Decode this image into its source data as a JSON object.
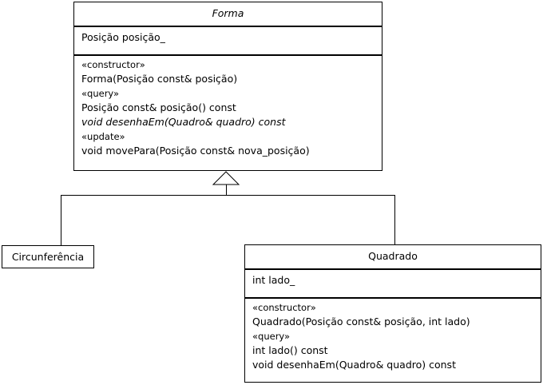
{
  "classes": {
    "forma": {
      "name": "Forma",
      "attributes": [
        "Posição posição_"
      ],
      "operations": [
        {
          "text": "«constructor»",
          "kind": "stereotype"
        },
        {
          "text": "Forma(Posição const& posição)",
          "kind": "op"
        },
        {
          "text": "«query»",
          "kind": "stereotype"
        },
        {
          "text": "Posição const& posição() const",
          "kind": "op"
        },
        {
          "text": "void desenhaEm(Quadro& quadro) const",
          "kind": "abstract"
        },
        {
          "text": "«update»",
          "kind": "stereotype"
        },
        {
          "text": "void movePara(Posição const& nova_posição)",
          "kind": "op"
        }
      ]
    },
    "circunferencia": {
      "name": "Circunferência"
    },
    "quadrado": {
      "name": "Quadrado",
      "attributes": [
        "int lado_"
      ],
      "operations": [
        {
          "text": "«constructor»",
          "kind": "stereotype"
        },
        {
          "text": "Quadrado(Posição const& posição, int lado)",
          "kind": "op"
        },
        {
          "text": "«query»",
          "kind": "stereotype"
        },
        {
          "text": "int lado() const",
          "kind": "op"
        },
        {
          "text": "void desenhaEm(Quadro& quadro) const",
          "kind": "op"
        }
      ]
    }
  }
}
